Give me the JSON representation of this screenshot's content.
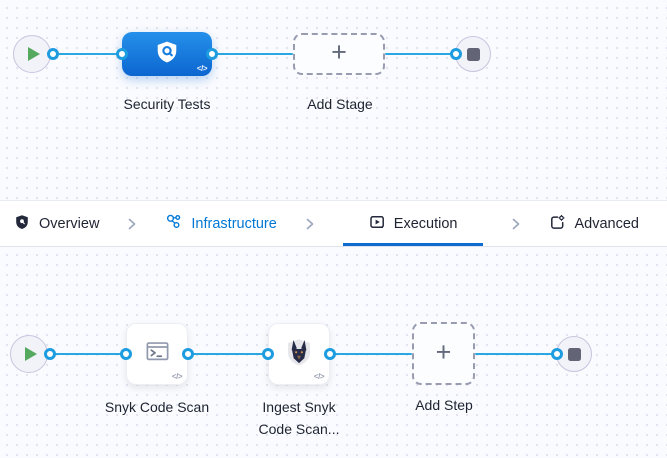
{
  "colors": {
    "canvas_bg": "#fafbfe",
    "connector_blue": "#29a7e2",
    "stage_gradient_top": "#2590ea",
    "stage_gradient_bottom": "#0c66d0",
    "tab_link_blue": "#0278d5",
    "tab_active_underline": "#0f6bd0",
    "text_dark": "#1d2330",
    "play_green": "#55a95e",
    "stop_gray": "#636577"
  },
  "top_pipeline": {
    "stage": {
      "label": "Security Tests",
      "icon": "shield-scan-icon",
      "code_glyph": "</>"
    },
    "add_stage": {
      "label": "Add Stage",
      "plus_glyph": "+"
    }
  },
  "tab_bar": {
    "tabs": [
      {
        "label": "Overview",
        "icon": "shield-icon",
        "state": "default"
      },
      {
        "label": "Infrastructure",
        "icon": "infrastructure-nodes-icon",
        "state": "link"
      },
      {
        "label": "Execution",
        "icon": "execution-play-icon",
        "state": "active"
      },
      {
        "label": "Advanced",
        "icon": "advanced-gear-icon",
        "state": "default"
      }
    ]
  },
  "bottom_pipeline": {
    "steps": [
      {
        "label": "Snyk Code Scan",
        "icon": "terminal-icon",
        "code_glyph": "</>"
      },
      {
        "label": "Ingest Snyk Code Scan...",
        "icon": "snyk-dog-icon",
        "code_glyph": "</>"
      }
    ],
    "add_step": {
      "label": "Add Step",
      "plus_glyph": "+"
    }
  }
}
